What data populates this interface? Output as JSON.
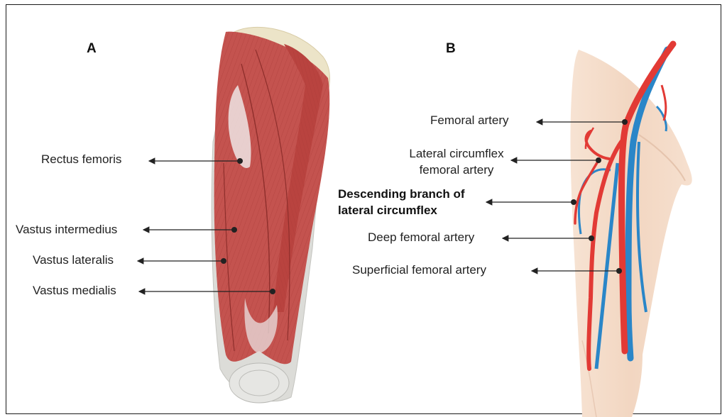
{
  "panels": {
    "a": {
      "letter": "A",
      "labels": {
        "rectus_femoris": "Rectus femoris",
        "vastus_intermedius": "Vastus intermedius",
        "vastus_lateralis": "Vastus lateralis",
        "vastus_medialis": "Vastus medialis"
      }
    },
    "b": {
      "letter": "B",
      "labels": {
        "femoral_artery": "Femoral artery",
        "lateral_circumflex_line1": "Lateral circumflex",
        "lateral_circumflex_line2": "femoral artery",
        "descending_branch_line1": "Descending branch of",
        "descending_branch_line2": "lateral circumflex",
        "deep_femoral_artery": "Deep femoral artery",
        "superficial_femoral_artery": "Superficial femoral artery"
      }
    }
  },
  "colors": {
    "muscle": "#c4534f",
    "muscle_dark": "#9e3432",
    "tendon": "#e3e3e0",
    "skin": "#f3d9c5",
    "artery": "#e23a35",
    "vein": "#2a86c8",
    "bone": "#ece4c8"
  }
}
